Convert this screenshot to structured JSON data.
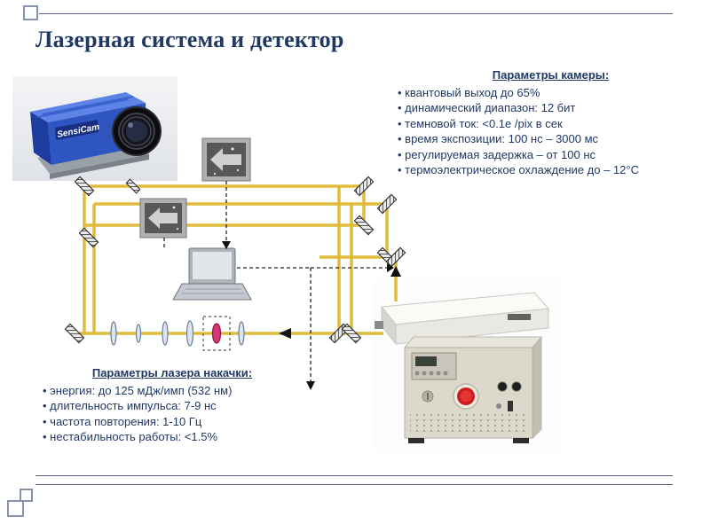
{
  "slide": {
    "title": "Лазерная система и детектор",
    "camera_params": {
      "heading": "Параметры камеры:",
      "items": [
        "квантовый выход до 65%",
        "динамический диапазон: 12 бит",
        "темновой ток: <0.1e /pix в сек",
        "время экспозиции: 100 нс – 3000 мс",
        "регулируемая задержка – от 100 нс",
        "термоэлектрическое охлаждение до – 12°C"
      ]
    },
    "laser_params": {
      "heading": "Параметры лазера накачки:",
      "items": [
        "энергия: до 125 мДж/имп (532 нм)",
        "длительность импульса: 7-9 нс",
        "частота повторения: 1-10 Гц",
        "нестабильность работы: <1.5%"
      ]
    },
    "camera_photo": {
      "label": "SensiCam"
    },
    "colors": {
      "title_text": "#203864",
      "body_text": "#1F3864",
      "beam_yellow": "#DFBC3E",
      "camera_blue": "#2E55C0",
      "estop_red": "#CF1D1D"
    }
  }
}
